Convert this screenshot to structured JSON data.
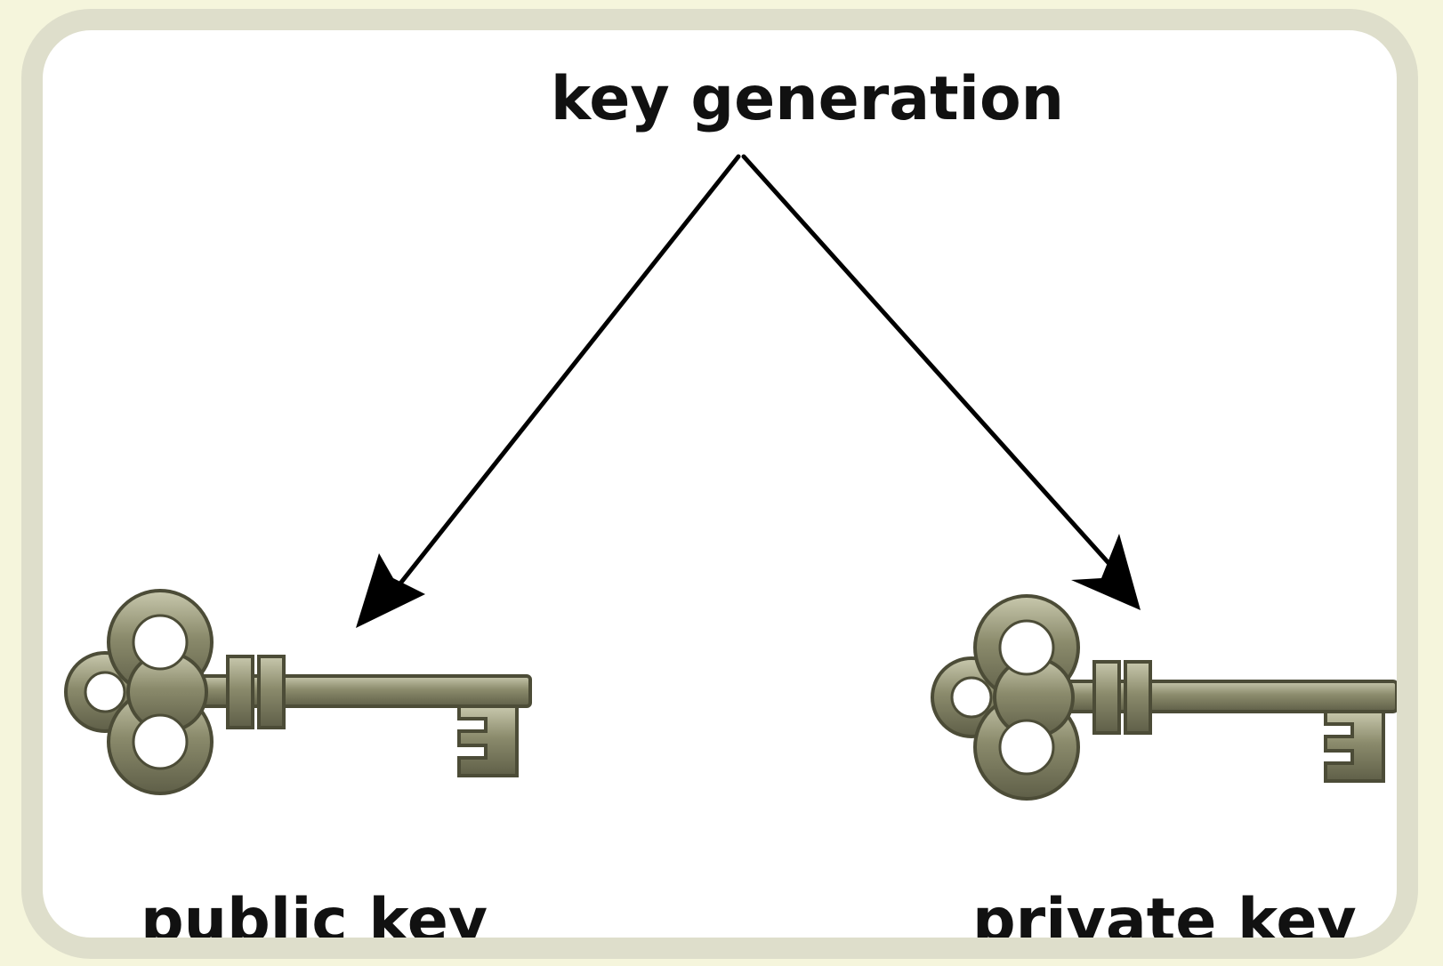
{
  "diagram": {
    "title": "key generation",
    "outputs": [
      {
        "label": "public key",
        "icon": "key-icon"
      },
      {
        "label": "private key",
        "icon": "key-icon"
      }
    ],
    "colors": {
      "background": "#f5f5dc",
      "frame": "#dedecb",
      "panel": "#ffffff",
      "key_fill": "#8b8b6c",
      "key_stroke": "#4c4c37",
      "key_highlight": "#c8c8ad",
      "arrow": "#000000",
      "text": "#111111"
    }
  }
}
